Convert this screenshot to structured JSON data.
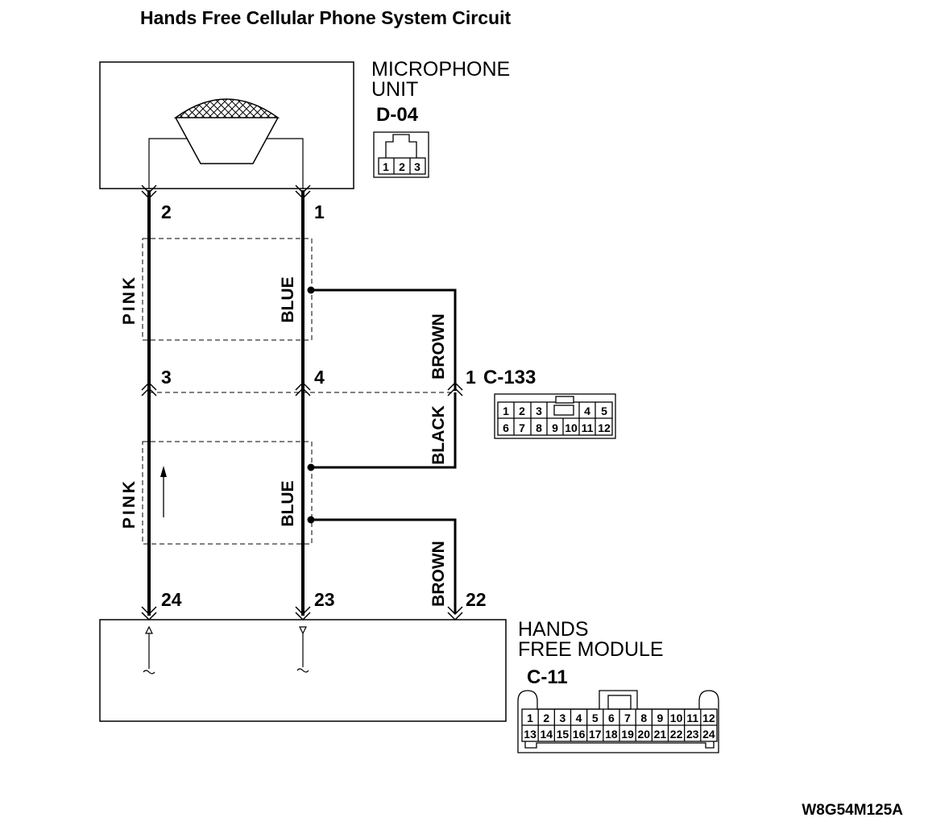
{
  "title": "Hands Free Cellular Phone System Circuit",
  "components": {
    "microphone": {
      "line1": "MICROPHONE",
      "line2": "UNIT",
      "connector": "D-04"
    },
    "module": {
      "line1": "HANDS",
      "line2": "FREE MODULE",
      "connector": "C-11"
    },
    "joint": {
      "pin": "1",
      "connector": "C-133"
    }
  },
  "pins": {
    "mic_left": "2",
    "mic_right": "1",
    "mid_left": "3",
    "mid_right": "4",
    "mod_left": "24",
    "mod_mid": "23",
    "mod_right": "22"
  },
  "wire_colors": {
    "upper_left": "PINK",
    "upper_right": "BLUE",
    "lower_left": "PINK",
    "lower_right": "BLUE",
    "branch_upper": "BROWN",
    "branch_black": "BLACK",
    "branch_lower": "BROWN"
  },
  "connector_faces": {
    "d04": [
      "1",
      "2",
      "3"
    ],
    "c133_top": [
      "1",
      "2",
      "3",
      "4",
      "5"
    ],
    "c133_bottom": [
      "6",
      "7",
      "8",
      "9",
      "10",
      "11",
      "12"
    ],
    "c11_top": [
      "1",
      "2",
      "3",
      "4",
      "5",
      "6",
      "7",
      "8",
      "9",
      "10",
      "11",
      "12"
    ],
    "c11_bottom": [
      "13",
      "14",
      "15",
      "16",
      "17",
      "18",
      "19",
      "20",
      "21",
      "22",
      "23",
      "24"
    ]
  },
  "figure_code": "W8G54M125A"
}
